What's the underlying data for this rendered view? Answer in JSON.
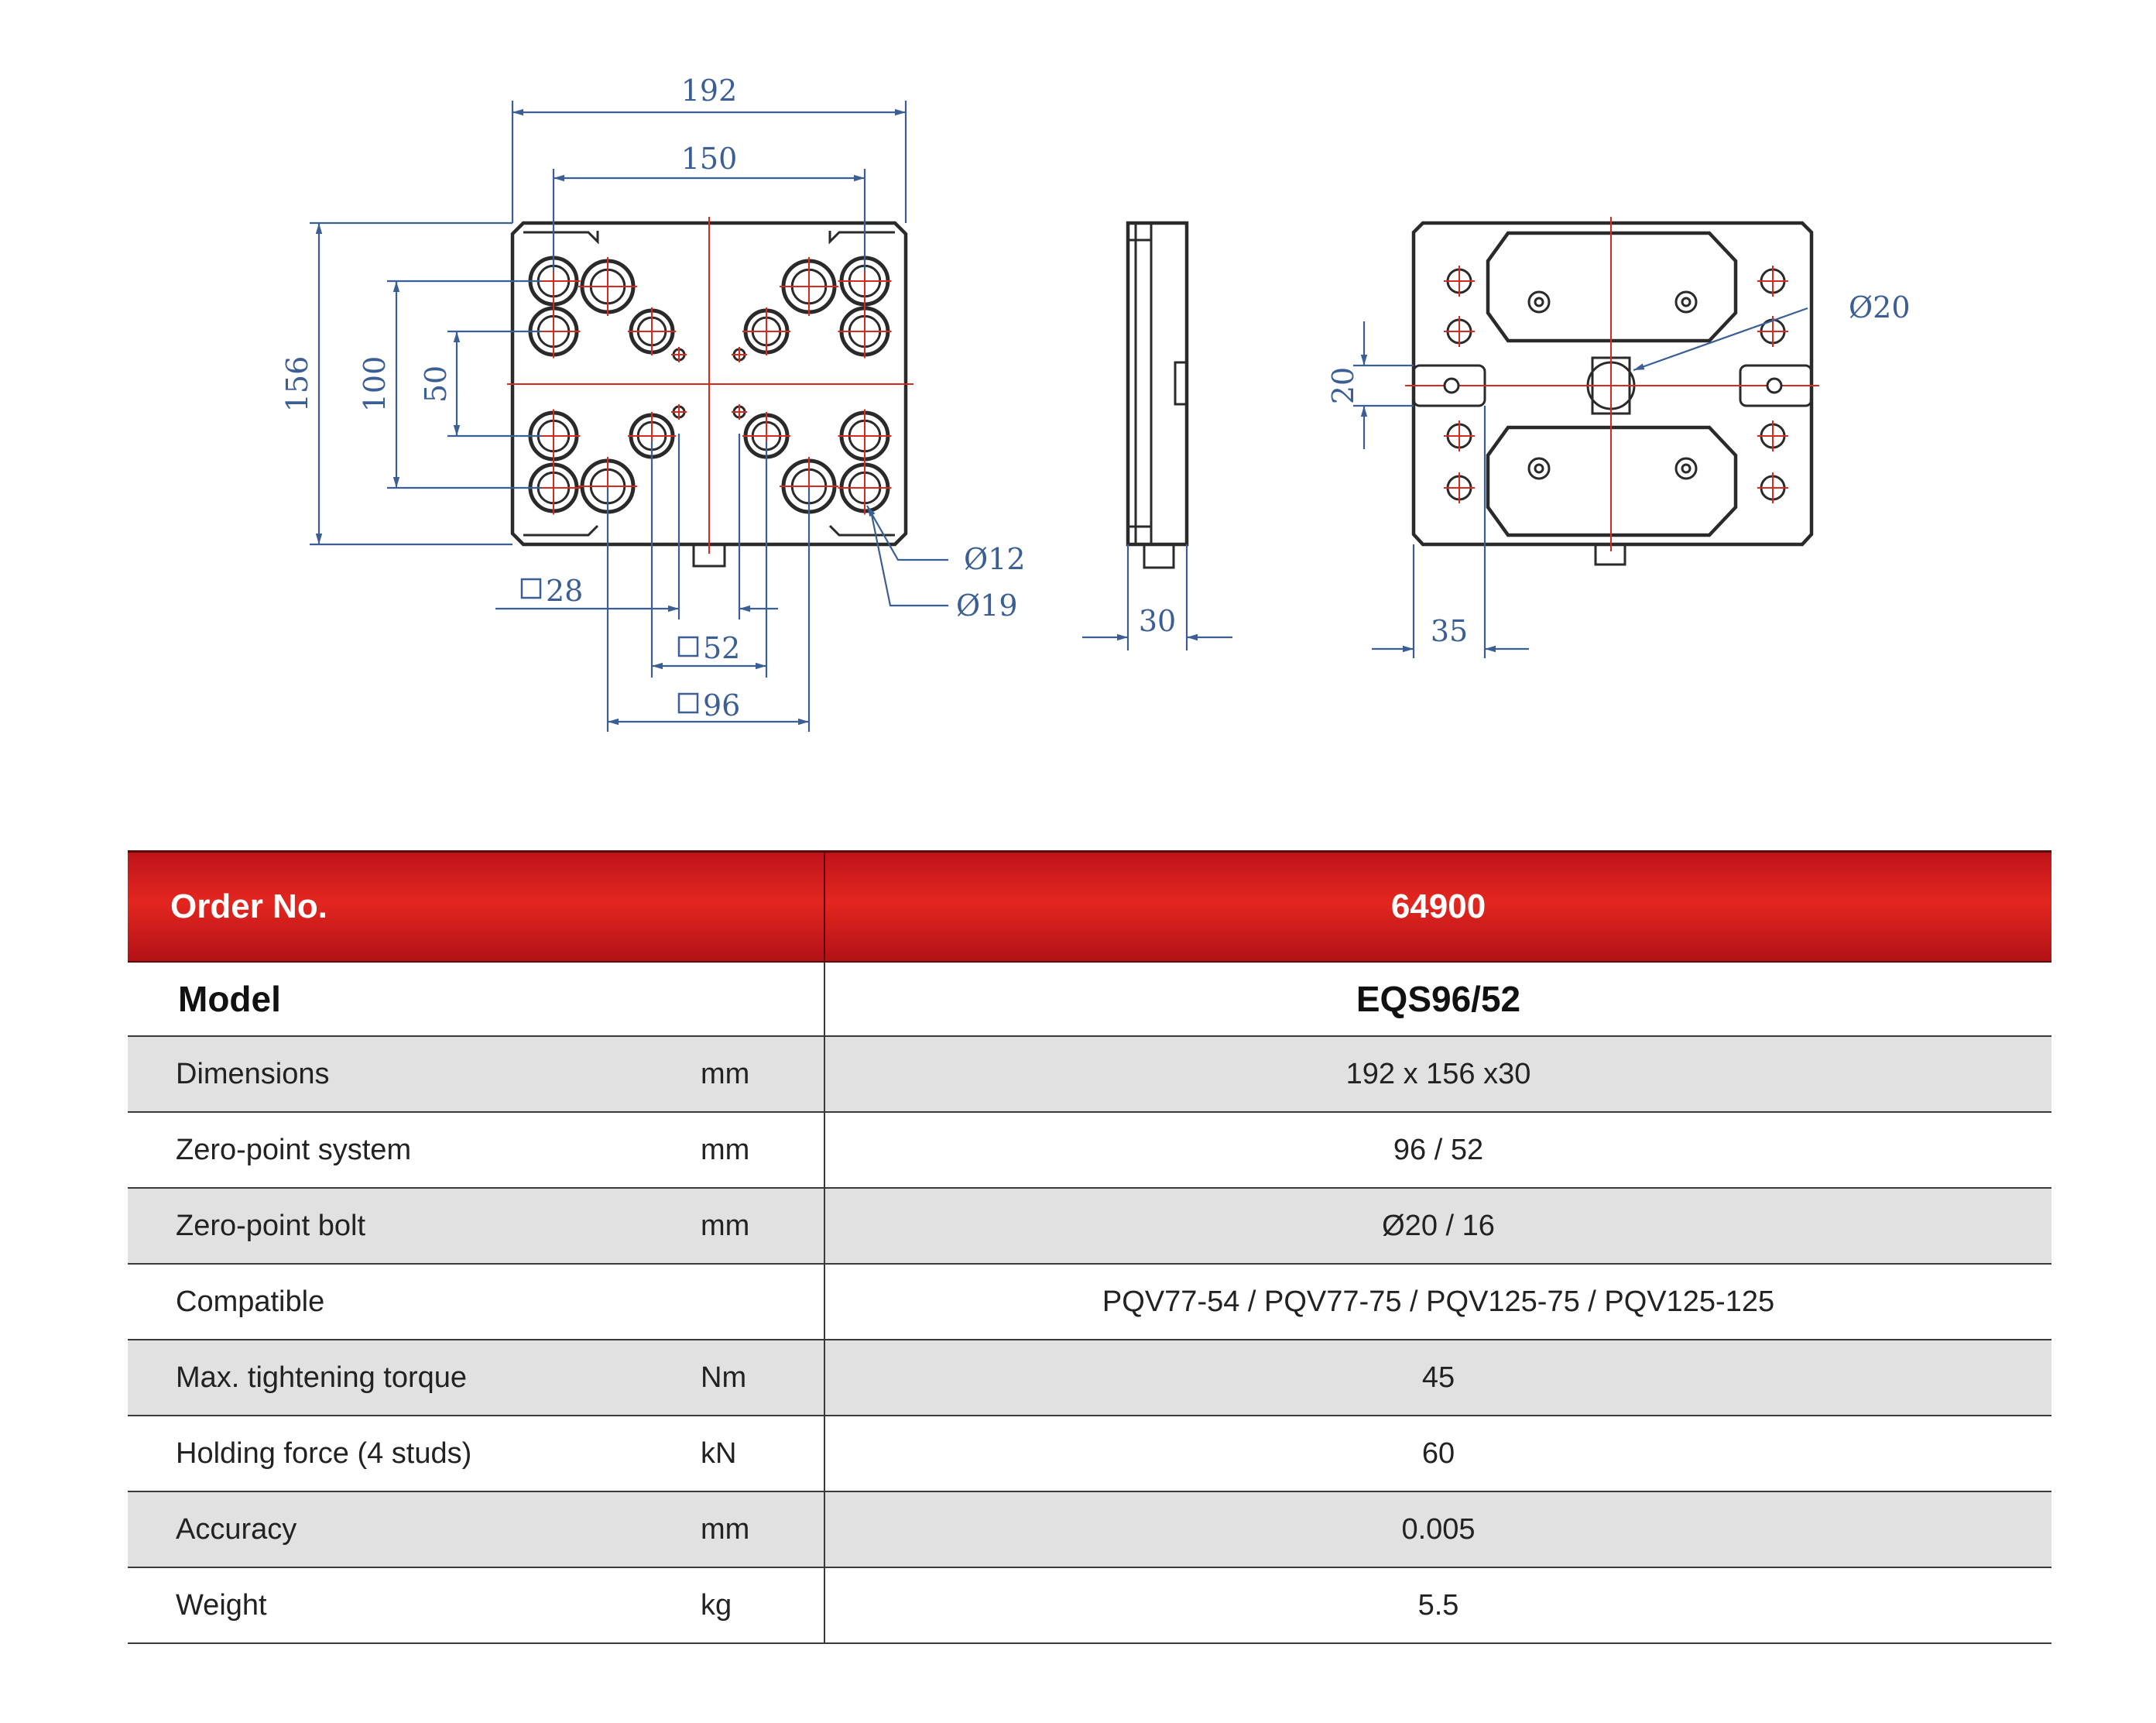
{
  "drawing": {
    "front_view": {
      "width": "192",
      "hole_spacing_x": "150",
      "height": "156",
      "hole_spacing_y_outer": "100",
      "hole_spacing_y_inner": "50",
      "square_28": "28",
      "square_52": "52",
      "square_96": "96",
      "hole_dia_12": "12",
      "hole_dia_19": "19"
    },
    "side_view": {
      "thickness": "30"
    },
    "back_view": {
      "bolt_dia": "20",
      "slot_width": "20",
      "offset": "35"
    },
    "colors": {
      "dimension": "#3b5f94",
      "centerline": "#d8291e",
      "outline": "#2a2a2a"
    }
  },
  "table": {
    "header": {
      "label": "Order No.",
      "value": "64900",
      "color": "#d42019"
    },
    "model": {
      "label": "Model",
      "value": "EQS96/52"
    },
    "rows": [
      {
        "label": "Dimensions",
        "unit": "mm",
        "value": "192 x 156 x30"
      },
      {
        "label": "Zero-point system",
        "unit": "mm",
        "value": "96 / 52"
      },
      {
        "label": "Zero-point bolt",
        "unit": "mm",
        "value": "Ø20 / 16"
      },
      {
        "label": "Compatible",
        "unit": "",
        "value": "PQV77-54 / PQV77-75 / PQV125-75 / PQV125-125"
      },
      {
        "label": "Max. tightening torque",
        "unit": "Nm",
        "value": "45"
      },
      {
        "label": "Holding force (4 studs)",
        "unit": "kN",
        "value": "60"
      },
      {
        "label": "Accuracy",
        "unit": "mm",
        "value": "0.005"
      },
      {
        "label": "Weight",
        "unit": "kg",
        "value": "5.5"
      }
    ]
  }
}
